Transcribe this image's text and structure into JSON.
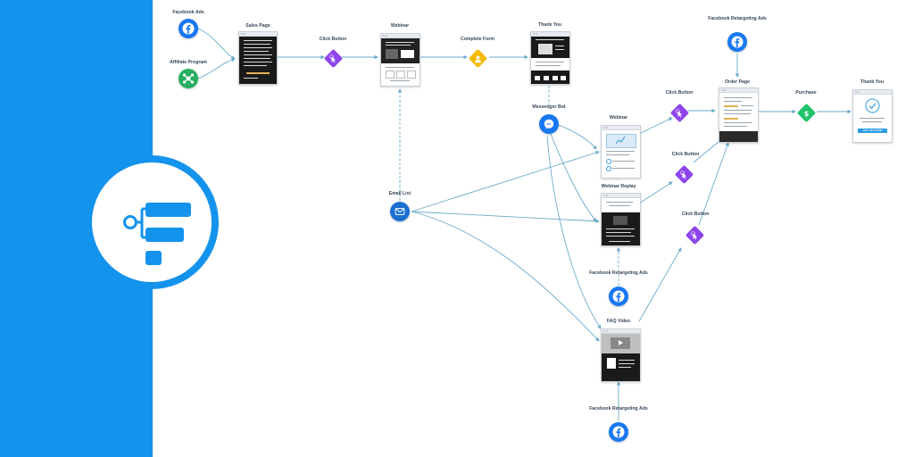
{
  "colors": {
    "panel": "#1493ec",
    "facebook": "#1877f2",
    "affiliate": "#27ae60",
    "click_button": "#8e44ec",
    "complete_form": "#f5b900",
    "purchase": "#1fc36a",
    "messenger": "#1877f2",
    "email": "#1b6fd1",
    "connector": "#6aa9c8"
  },
  "logo": {
    "icon": "funnel-flow-icon"
  },
  "nodes": {
    "facebook_ads": {
      "label": "Facebook Ads",
      "icon": "facebook-icon"
    },
    "affiliate_program": {
      "label": "Affiliate Program",
      "icon": "network-icon"
    },
    "sales_page": {
      "label": "Sales Page"
    },
    "click_button_1": {
      "label": "Click Button",
      "icon": "cursor-icon"
    },
    "webinar_top": {
      "label": "Webinar"
    },
    "complete_form": {
      "label": "Complete Form",
      "icon": "user-icon"
    },
    "thank_you_1": {
      "label": "Thank You"
    },
    "fb_retargeting_top": {
      "label": "Facebook Retargeting Ads",
      "icon": "facebook-icon"
    },
    "click_button_2": {
      "label": "Click Button",
      "icon": "cursor-icon"
    },
    "order_page": {
      "label": "Order Page"
    },
    "purchase": {
      "label": "Purchase",
      "icon": "dollar-icon"
    },
    "thank_you_2": {
      "label": "Thank You"
    },
    "messenger_bot": {
      "label": "Messenger Bot",
      "icon": "messenger-icon"
    },
    "webinar_mid": {
      "label": "Webinar"
    },
    "click_button_3": {
      "label": "Click Button",
      "icon": "cursor-icon"
    },
    "webinar_replay": {
      "label": "Webinar Replay"
    },
    "email_list": {
      "label": "Email List",
      "icon": "mail-icon"
    },
    "click_button_4": {
      "label": "Click Button",
      "icon": "cursor-icon"
    },
    "fb_retargeting_mid": {
      "label": "Facebook Retargeting Ads",
      "icon": "facebook-icon"
    },
    "faq_video": {
      "label": "FAQ Video"
    },
    "fb_retargeting_bottom": {
      "label": "Facebook Retargeting Ads",
      "icon": "facebook-icon"
    }
  },
  "thank_you_2_button": "CALL TO ACTION"
}
